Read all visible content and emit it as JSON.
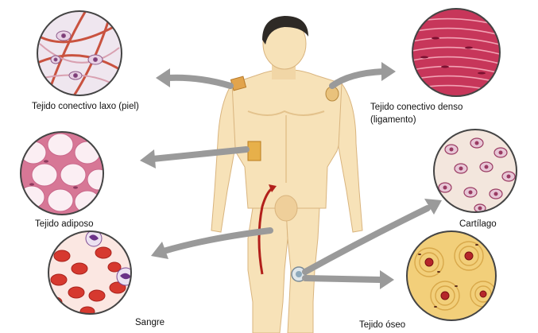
{
  "labels": {
    "loose": "Tejido conectivo laxo (piel)",
    "dense_line1": "Tejido conectivo denso",
    "dense_line2": "(ligamento)",
    "adipose": "Tejido adiposo",
    "cartilage": "Cartílago",
    "blood": "Sangre",
    "bone": "Tejido óseo"
  },
  "colors": {
    "skin": "#f7e2b8",
    "skin_shadow": "#e3c28c",
    "hair": "#2e2a26",
    "arrow": "#9a9a9a",
    "loose_bg": "#efe6ef",
    "loose_fiber": "#c9523f",
    "dense_bg": "#c7365a",
    "dense_fiber": "#f2a2b4",
    "adipose_bg": "#f8eaf0",
    "adipose_wall": "#d77796",
    "cartilage_bg": "#f3e6dd",
    "cartilage_cell": "#9a3b63",
    "blood_bg": "#fbe7e2",
    "rbc": "#d6392f",
    "bone_bg": "#f2cf7a",
    "bone_canal": "#b5262a",
    "vessel": "#b2201b"
  }
}
